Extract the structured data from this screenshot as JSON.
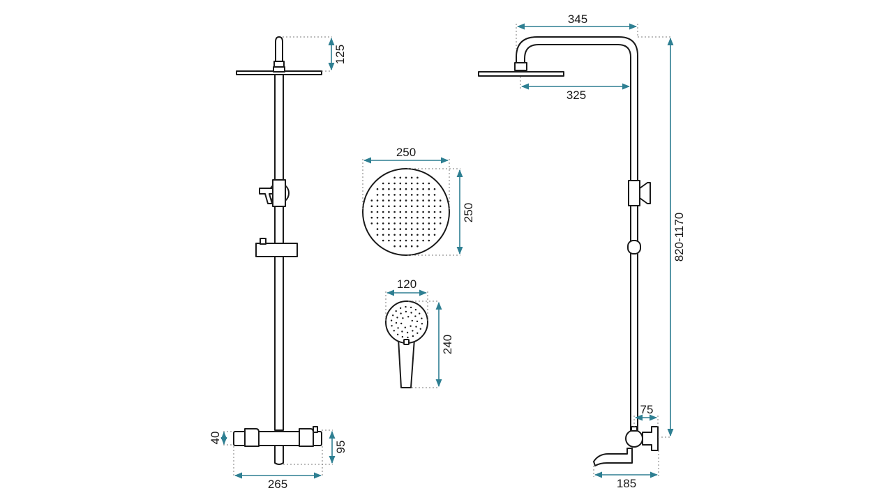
{
  "colors": {
    "outline": "#1a1a1a",
    "dimension": "#2e7f92",
    "extension": "#7a7a7a",
    "background": "#ffffff"
  },
  "dimensions": {
    "front_view": {
      "top_height": "125",
      "mixer_height": "40",
      "spout_height": "95",
      "mixer_width": "265"
    },
    "rain_head": {
      "width": "250",
      "height": "250"
    },
    "hand_shower": {
      "width": "120",
      "height": "240"
    },
    "side_view": {
      "arm_length": "345",
      "head_offset": "325",
      "total_height": "820-1170",
      "wall_offset": "75",
      "spout_length": "185"
    }
  }
}
